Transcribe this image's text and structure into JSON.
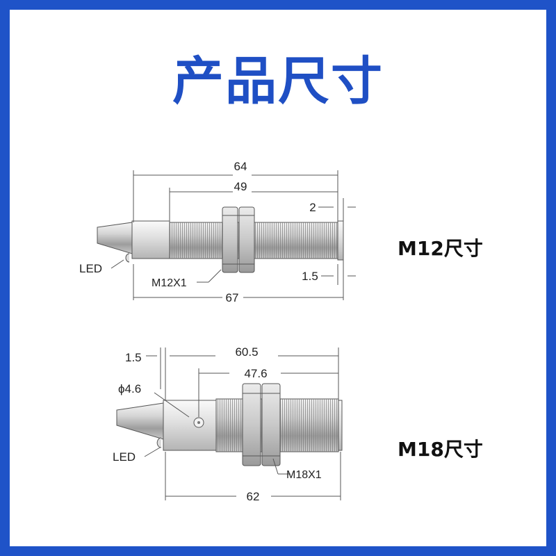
{
  "title": "产品尺寸",
  "colors": {
    "frame": "#1f53c8",
    "title": "#1f4fc4",
    "background": "#ffffff"
  },
  "m12": {
    "label": "M12尺寸",
    "dims": {
      "overall_top": "64",
      "thread": "49",
      "lip": "2",
      "overall_bottom": "67",
      "cap": "1.5"
    },
    "led": "LED",
    "thread_spec": "M12X1"
  },
  "m18": {
    "label": "M18尺寸",
    "dims": {
      "offset": "1.5",
      "overall_top": "60.5",
      "thread": "47.6",
      "hole": "ϕ4.6",
      "overall_bottom": "62"
    },
    "led": "LED",
    "thread_spec": "M18X1"
  }
}
